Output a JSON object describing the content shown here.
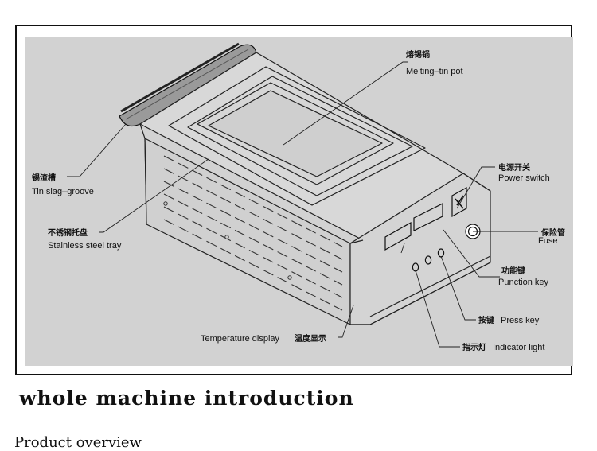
{
  "title": "whole machine introduction",
  "partial_text": "Product overview",
  "labels": {
    "melting_pot_cn": "熔锡锅",
    "melting_pot_en": "Melting–tin pot",
    "slag_groove_cn": "锡渣槽",
    "slag_groove_en": "Tin slag–groove",
    "tray_cn": "不锈钢托盘",
    "tray_en": "Stainless steel tray",
    "power_cn": "电源开关",
    "power_en": "Power switch",
    "fuse_cn": "保险管",
    "fuse_en": "Fuse",
    "function_cn": "功能键",
    "function_en": "Punction key",
    "press_cn": "按键",
    "press_en": "Press key",
    "indicator_cn": "指示灯",
    "indicator_en": "Indicator light",
    "temp_en": "Temperature display",
    "temp_cn": "温度显示"
  }
}
